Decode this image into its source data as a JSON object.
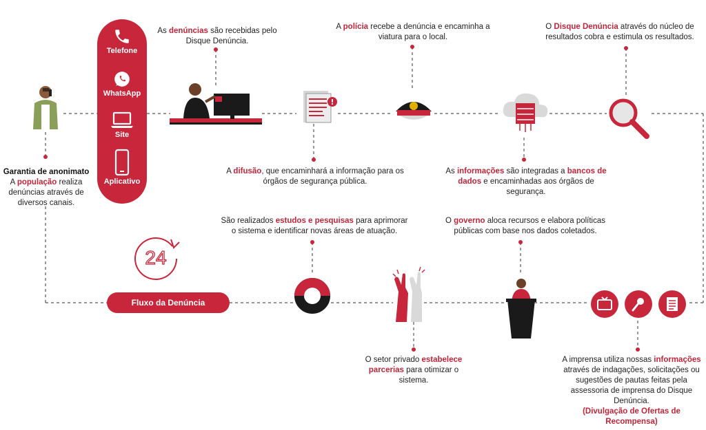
{
  "channels": {
    "phone": "Telefone",
    "whatsapp": "WhatsApp",
    "site": "Site",
    "app": "Aplicativo"
  },
  "anon": {
    "title": "Garantia de anonimato",
    "pre": "A ",
    "highlight": "população",
    "post": " realiza denúncias através de diversos canais."
  },
  "received": {
    "pre": "As ",
    "highlight": "denúncias",
    "post": " são recebidas pelo Disque Denúncia."
  },
  "police": {
    "pre": "A ",
    "highlight": "polícia",
    "post": " recebe a denúncia e encaminha a viatura para o local."
  },
  "results": {
    "pre": "O ",
    "highlight": "Disque Denúncia",
    "post": " através do núcleo de resultados cobra e estimula os resultados."
  },
  "diffusion": {
    "pre": "A ",
    "highlight": "difusão",
    "post": ", que encaminhará a informação para os órgãos de segurança pública."
  },
  "databases": {
    "pre": "As ",
    "highlight1": "informações",
    "mid": " são integradas a ",
    "highlight2": "bancos de dados",
    "post": " e encaminhadas aos órgãos de segurança."
  },
  "studies": {
    "pre": "São realizados ",
    "highlight": "estudos e pesquisas",
    "post": " para aprimorar o sistema e identificar novas áreas de atuação."
  },
  "government": {
    "pre": "O ",
    "highlight": "governo",
    "post": " aloca recursos e elabora políticas públicas com base nos dados coletados."
  },
  "private": {
    "pre": "O setor privado ",
    "highlight": "estabelece parcerias",
    "post": " para otimizar o sistema."
  },
  "press": {
    "pre": "A imprensa utiliza nossas ",
    "highlight": "informações",
    "post": " através de indagações, solicitações ou sugestões de pautas feitas pela assessoria de imprensa do Disque Denúncia.",
    "note": "(Divulgação de Ofertas de Recompensa)"
  },
  "flow_label": "Fluxo da Denúncia",
  "icon_24": "24",
  "colors": {
    "accent": "#c8263b",
    "dark": "#1a1a1a",
    "line": "#555555"
  }
}
